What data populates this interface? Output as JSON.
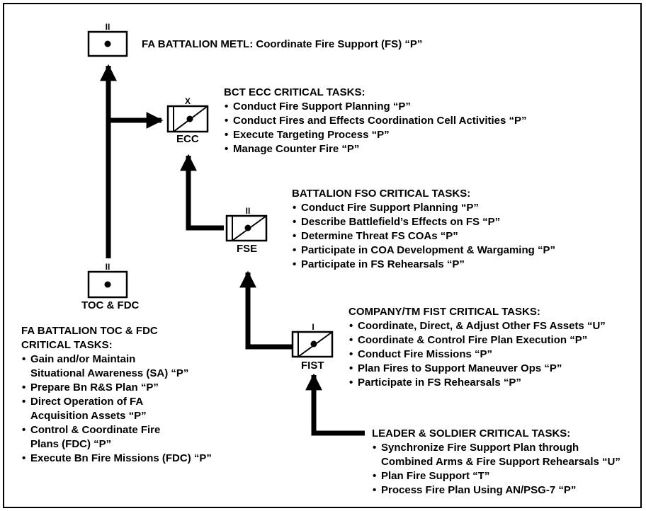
{
  "metl": {
    "text": "FA BATTALION METL:  Coordinate Fire Support (FS) “P”",
    "echelon": "II",
    "icon": "artillery-unit-symbol"
  },
  "ecc": {
    "label": "ECC",
    "echelon": "X",
    "title": "BCT ECC CRITICAL TASKS:",
    "tasks": [
      "Conduct Fire Support Planning “P”",
      "Conduct Fires and Effects Coordination Cell Activities “P”",
      "Execute Targeting Process “P”",
      "Manage Counter Fire “P”"
    ]
  },
  "fse": {
    "label": "FSE",
    "echelon": "II",
    "title": "BATTALION FSO CRITICAL TASKS:",
    "tasks": [
      "Conduct Fire Support Planning “P”",
      "Describe Battlefield’s Effects on FS “P”",
      "Determine Threat FS COAs  “P”",
      "Participate in COA Development & Wargaming “P”",
      "Participate in FS Rehearsals “P”"
    ]
  },
  "toc": {
    "label": "TOC & FDC",
    "echelon": "II",
    "title": "FA BATTALION TOC & FDC\nCRITICAL TASKS:",
    "tasks": [
      "Gain and/or Maintain\nSituational Awareness (SA) “P”",
      "Prepare Bn R&S Plan “P”",
      "Direct Operation of FA\nAcquisition Assets  “P”",
      "Control & Coordinate Fire\nPlans (FDC) “P”",
      "Execute Bn Fire Missions (FDC) “P”"
    ]
  },
  "fist": {
    "label": "FIST",
    "echelon": "I",
    "title": "COMPANY/TM FIST CRITICAL TASKS:",
    "tasks": [
      "Coordinate, Direct, & Adjust Other FS Assets “U”",
      "Coordinate & Control Fire Plan Execution “P”",
      "Conduct Fire Missions “P”",
      "Plan Fires to Support Maneuver Ops “P”",
      "Participate in FS Rehearsals “P”"
    ]
  },
  "leader": {
    "title": "LEADER & SOLDIER CRITICAL TASKS:",
    "tasks": [
      "Synchronize Fire Support Plan through\nCombined Arms & Fire Support Rehearsals “U”",
      "Plan Fire Support “T”",
      "Process Fire Plan Using AN/PSG-7 “P”"
    ]
  }
}
